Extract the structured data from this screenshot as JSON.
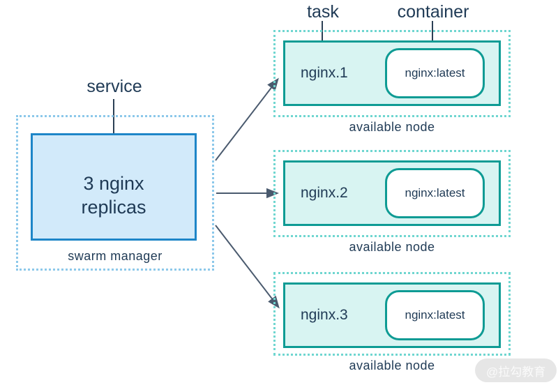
{
  "diagram": {
    "labels": {
      "service": "service",
      "task": "task",
      "container": "container"
    },
    "manager": {
      "box_text": "3 nginx replicas",
      "caption": "swarm manager"
    },
    "nodes": [
      {
        "task": "nginx.1",
        "container": "nginx:latest",
        "caption": "available node"
      },
      {
        "task": "nginx.2",
        "container": "nginx:latest",
        "caption": "available node"
      },
      {
        "task": "nginx.3",
        "container": "nginx:latest",
        "caption": "available node"
      }
    ],
    "watermark": "@拉勾教育",
    "colors": {
      "text_navy": "#1f3a55",
      "blue_border": "#1e86c8",
      "blue_fill": "#d2eafa",
      "blue_dotted": "#8cc8ea",
      "teal_border": "#0e9b94",
      "teal_fill": "#d8f4f2",
      "teal_dotted": "#6fd6d0",
      "arrow": "#4a5a6e"
    }
  }
}
